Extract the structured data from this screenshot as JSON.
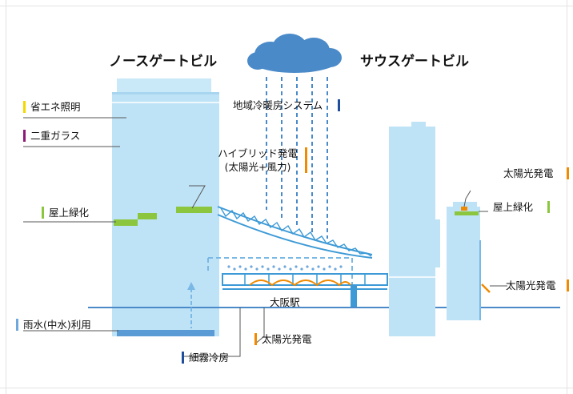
{
  "titles": {
    "north": "ノースゲートビル",
    "south": "サウスゲートビル"
  },
  "labels": {
    "energy_saving_lighting": "省エネ照明",
    "double_glass": "二重ガラス",
    "roof_greening_left": "屋上緑化",
    "rainwater": "雨水(中水)利用",
    "mist_cooling": "細霧冷房",
    "solar_bottom": "太陽光発電",
    "district_heating": "地域冷暖房システム",
    "hybrid_line1": "ハイブリッド発電",
    "hybrid_line2": "(太陽光+風力)",
    "solar_right_top": "太陽光発電",
    "roof_greening_right": "屋上緑化",
    "solar_right_bottom": "太陽光発電",
    "station": "大阪駅"
  },
  "colors": {
    "yellow": "#f5d800",
    "purple": "#8b1a7a",
    "green": "#8cc63f",
    "lightblue": "#6fa8dc",
    "navy": "#1f4e9c",
    "orange": "#f08a00",
    "building": "#bfe3f6",
    "building_edge": "#8ac4e8",
    "truss": "#3d9ad6"
  }
}
